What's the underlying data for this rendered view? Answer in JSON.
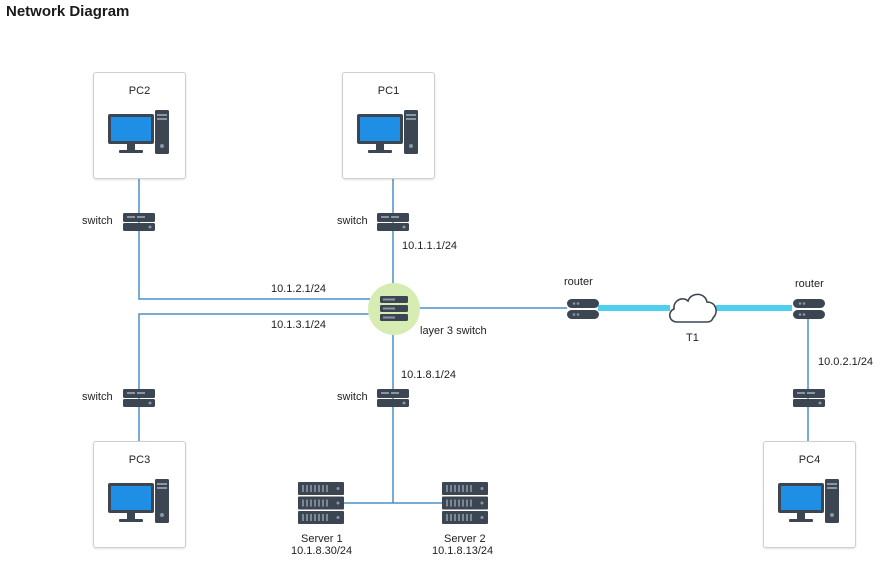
{
  "title": "Network Diagram",
  "devices": {
    "pc1": "PC1",
    "pc2": "PC2",
    "pc3": "PC3",
    "pc4": "PC4",
    "server1": {
      "name": "Server 1",
      "ip": "10.1.8.30/24"
    },
    "server2": {
      "name": "Server 2",
      "ip": "10.1.8.13/24"
    },
    "core": "layer 3 switch",
    "switch_label": "switch",
    "router_label": "router",
    "cloud_label": "T1"
  },
  "ips": {
    "pc1_link": "10.1.1.1/24",
    "pc2_link": "10.1.2.1/24",
    "pc3_link": "10.1.3.1/24",
    "server_link": "10.1.8.1/24",
    "remote_link": "10.0.2.1/24"
  },
  "colors": {
    "link": "#4a90c8",
    "t1_link": "#4fd0ef",
    "core_halo": "#d6ecb2",
    "device_dark": "#3c4652",
    "screen": "#1f8fe6"
  },
  "icons": {
    "pc": "desktop-computer-icon",
    "switch": "switch-icon",
    "router": "router-icon",
    "server": "server-rack-icon",
    "cloud": "cloud-icon",
    "l3switch": "layer3-switch-icon"
  }
}
